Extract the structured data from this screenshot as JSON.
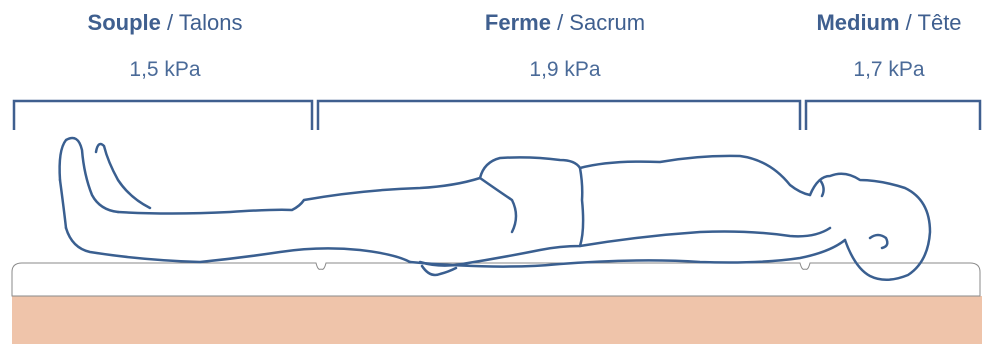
{
  "zones": [
    {
      "firmness": "Souple",
      "separator": " / ",
      "region": "Talons",
      "pressure": "1,5 kPa"
    },
    {
      "firmness": "Ferme",
      "separator": " / ",
      "region": "Sacrum",
      "pressure": "1,9 kPa"
    },
    {
      "firmness": "Medium",
      "separator": " / ",
      "region": "Tête",
      "pressure": "1,7 kPa"
    }
  ],
  "colors": {
    "outline": "#3a5f90",
    "bracket": "#3f5f8f",
    "foam": "#efc4aa",
    "mattress_top": "#ffffff"
  }
}
